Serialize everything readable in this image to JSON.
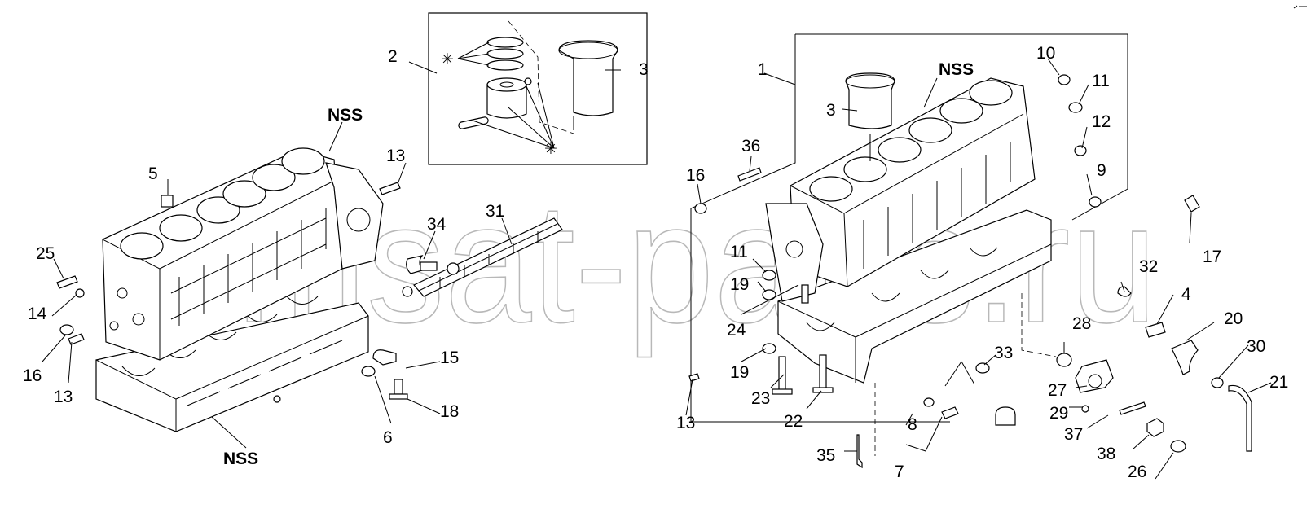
{
  "callouts": {
    "c1": "1",
    "c2": "2",
    "c3a": "3",
    "c3b": "3",
    "c4": "4",
    "c5": "5",
    "c6": "6",
    "c7": "7",
    "c8": "8",
    "c9": "9",
    "c10": "10",
    "c11a": "11",
    "c11b": "11",
    "c12": "12",
    "c13a": "13",
    "c13b": "13",
    "c13c": "13",
    "c14": "14",
    "c15": "15",
    "c16a": "16",
    "c16b": "16",
    "c17": "17",
    "c18": "18",
    "c19a": "19",
    "c19b": "19",
    "c20": "20",
    "c21": "21",
    "c22": "22",
    "c23": "23",
    "c24": "24",
    "c25": "25",
    "c26": "26",
    "c27": "27",
    "c28": "28",
    "c29": "29",
    "c30": "30",
    "c31": "31",
    "c32": "32",
    "c33": "33",
    "c34": "34",
    "c35": "35",
    "c36": "36",
    "c37": "37",
    "c38": "38"
  },
  "nss": {
    "left_top": "NSS",
    "left_bottom": "NSS",
    "right_top": "NSS"
  },
  "symbols": {
    "asterisk": "✳"
  },
  "watermark": "msat-parts.ru"
}
